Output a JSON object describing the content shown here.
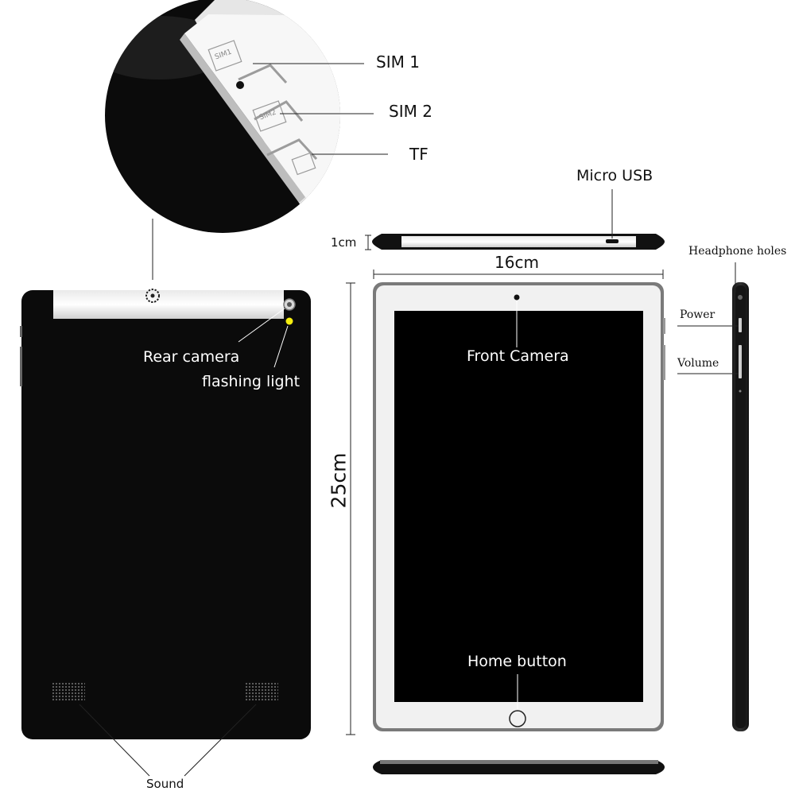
{
  "labels": {
    "sim1": "SIM 1",
    "sim2": "SIM 2",
    "tf": "TF",
    "micro_usb": "Micro USB",
    "thickness": "1cm",
    "width": "16cm",
    "height": "25cm",
    "headphone": "Headphone holes",
    "power": "Power",
    "volume": "Volume",
    "rear_camera": "Rear camera",
    "flashing_light": "flashing light",
    "front_camera": "Front Camera",
    "home_button": "Home button",
    "sound": "Sound"
  },
  "slot_marks": {
    "sim1": "SIM1",
    "sim2": "SIM2"
  },
  "colors": {
    "body_black": "#0b0b0b",
    "bezel_white": "#f1f1f1",
    "frame_gray": "#7a7a7a",
    "flash_yellow": "#f5ee10",
    "line": "#222222"
  }
}
